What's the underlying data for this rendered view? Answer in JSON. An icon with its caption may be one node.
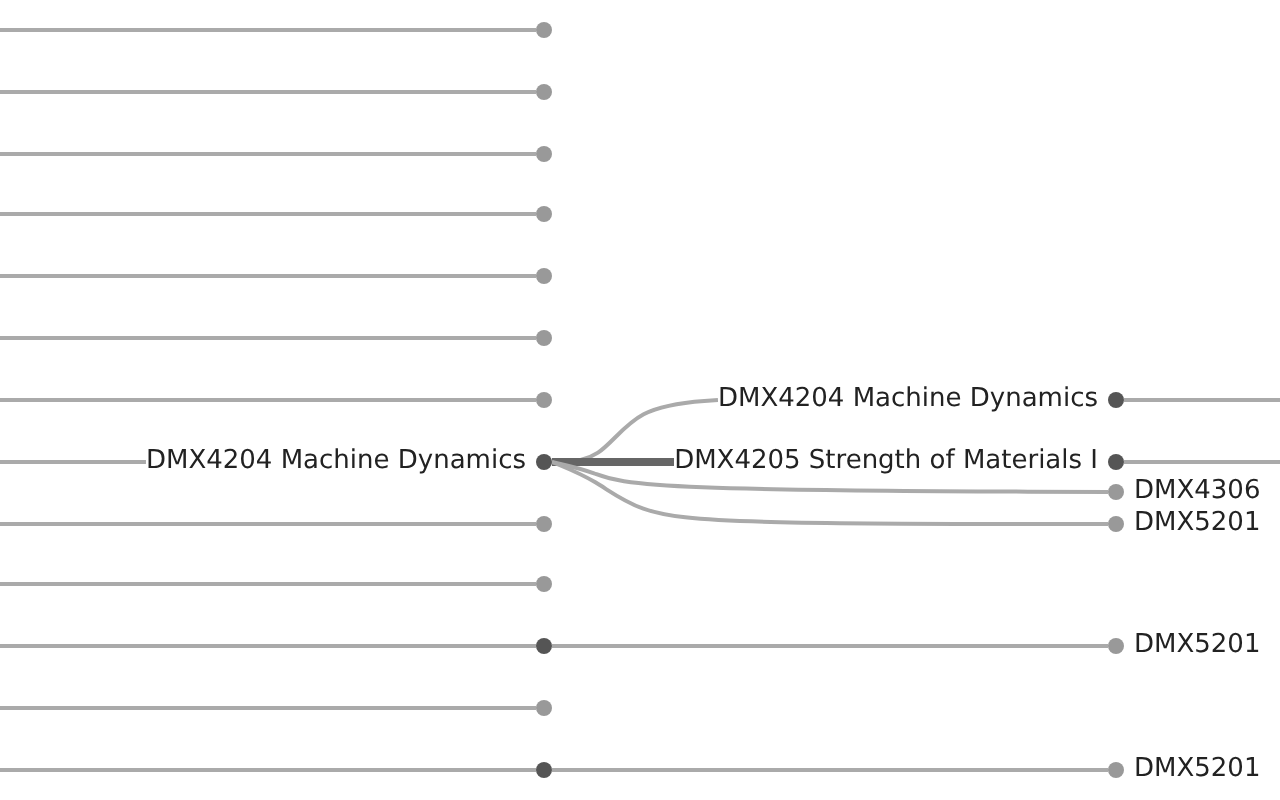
{
  "diagram": {
    "nodes": [
      {
        "text": [],
        "shape": "circle"
      },
      {
        "text": [],
        "shape": "circle"
      },
      {
        "text": [],
        "shape": "circle"
      },
      {
        "text": [],
        "shape": "circle"
      },
      {
        "text": [],
        "shape": "circle"
      },
      {
        "text": [],
        "shape": "circle"
      },
      {
        "text": [],
        "shape": "circle"
      },
      {
        "text": [
          "DMX4204 Machine Dynamics"
        ]
      },
      {
        "text": [
          "DMX4204 Machine Dynamics"
        ]
      },
      {
        "text": [
          "DMX4205 Strength of Materials I"
        ]
      },
      {
        "text": [
          "DMX4306"
        ]
      },
      {
        "text": [
          "DMX5201"
        ]
      },
      {
        "text": [],
        "shape": "circle"
      },
      {
        "text": [],
        "shape": "circle"
      },
      {
        "text": [],
        "shape": "circle"
      },
      {
        "text": [
          "DMX5201"
        ]
      },
      {
        "text": [],
        "shape": "circle"
      },
      {
        "text": [],
        "shape": "circle"
      },
      {
        "text": [
          "DMX5201"
        ]
      }
    ],
    "edges": [
      {
        "from": null,
        "to": 0,
        "arrow": "none"
      },
      {
        "from": null,
        "to": 1,
        "arrow": "none"
      },
      {
        "from": null,
        "to": 2,
        "arrow": "none"
      },
      {
        "from": null,
        "to": 3,
        "arrow": "none"
      },
      {
        "from": null,
        "to": 4,
        "arrow": "none"
      },
      {
        "from": null,
        "to": 5,
        "arrow": "none"
      },
      {
        "from": null,
        "to": 6,
        "arrow": "none"
      },
      {
        "from": null,
        "to": 7,
        "arrow": "none"
      },
      {
        "from": null,
        "to": 12,
        "arrow": "none"
      },
      {
        "from": null,
        "to": 13,
        "arrow": "none"
      },
      {
        "from": null,
        "to": 14,
        "arrow": "none"
      },
      {
        "from": null,
        "to": 16,
        "arrow": "none"
      },
      {
        "from": null,
        "to": 17,
        "arrow": "none"
      },
      {
        "from": 7,
        "to": 8,
        "arrow": "none"
      },
      {
        "from": 7,
        "to": 9,
        "arrow": "none",
        "style": "thick",
        "color": "#666666"
      },
      {
        "from": 7,
        "to": 10,
        "arrow": "none"
      },
      {
        "from": 7,
        "to": 11,
        "arrow": "none"
      },
      {
        "from": 14,
        "to": 15,
        "arrow": "none"
      },
      {
        "from": 17,
        "to": 18,
        "arrow": "none"
      },
      {
        "from": 8,
        "to": null,
        "arrow": "none"
      },
      {
        "from": 9,
        "to": null,
        "arrow": "none"
      }
    ]
  }
}
